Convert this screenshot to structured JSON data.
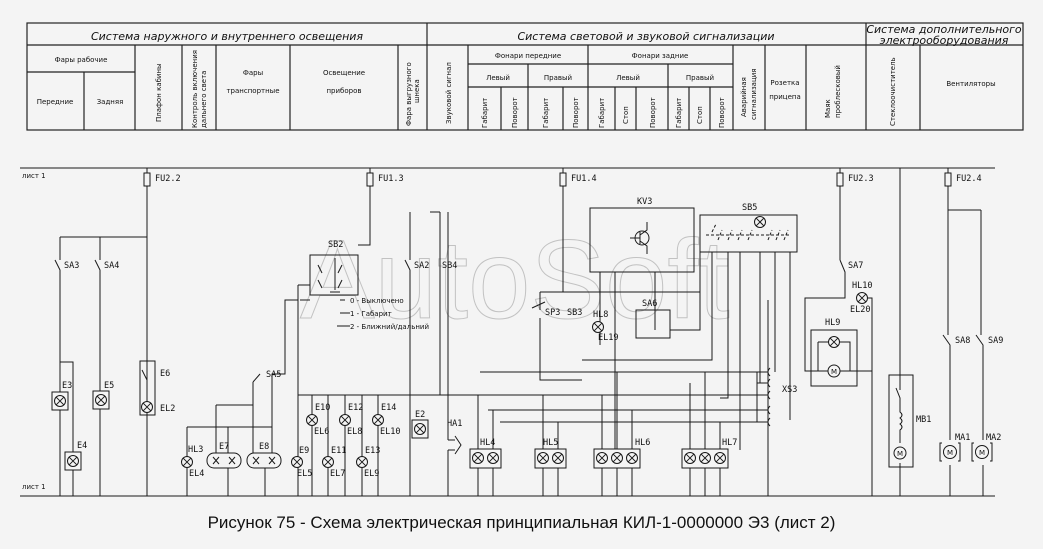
{
  "header": {
    "sections": [
      "Система наружного и внутреннего освещения",
      "Система световой и звуковой сигнализации",
      "Система дополнительного",
      "электрооборудования"
    ],
    "work_lights": "Фары рабочие",
    "front": "Передние",
    "rear": "Задняя",
    "cab_lamp": "Плафон кабины",
    "high_beam_ctrl_1": "Контроль включения",
    "high_beam_ctrl_2": "дальнего света",
    "transport_1": "Фары",
    "transport_2": "транспортные",
    "instr_1": "Освещение",
    "instr_2": "приборов",
    "auger_1": "Фара выгрузного",
    "auger_2": "шнека",
    "horn": "Звуковой сигнал",
    "front_lamps": "Фонари передние",
    "rear_lamps": "Фонари задние",
    "left": "Левый",
    "right": "Правый",
    "gabarit": "Габарит",
    "turn": "Поворот",
    "stop": "Стоп",
    "hazard_1": "Аварийная",
    "hazard_2": "сигнализация",
    "trailer_1": "Розетка",
    "trailer_2": "прицепа",
    "beacon_1": "Маяк",
    "beacon_2": "проблесковый",
    "wiper": "Стеклоочиститель",
    "fans": "Вентиляторы"
  },
  "sheet_ref": "лист 1",
  "labels": {
    "FU22": "FU2.2",
    "FU13": "FU1.3",
    "FU14": "FU1.4",
    "FU23": "FU2.3",
    "FU24": "FU2.4",
    "SA3": "SA3",
    "SA4": "SA4",
    "SA5": "SA5",
    "SA2": "SA2",
    "SB4": "SB4",
    "SA6": "SA6",
    "SA7": "SA7",
    "SA8": "SA8",
    "SA9": "SA9",
    "SB2": "SB2",
    "SB3": "SB3",
    "SP3": "SP3",
    "SB5": "SB5",
    "KV3": "KV3",
    "XS3": "XS3",
    "E2": "E2",
    "E3": "E3",
    "E4": "E4",
    "E5": "E5",
    "E6": "E6",
    "E7": "E7",
    "E8": "E8",
    "E9": "E9",
    "E10": "E10",
    "E11": "E11",
    "E12": "E12",
    "E13": "E13",
    "E14": "E14",
    "EL2": "EL2",
    "EL4": "EL4",
    "EL5": "EL5",
    "EL6": "EL6",
    "EL7": "EL7",
    "EL8": "EL8",
    "EL9": "EL9",
    "EL10": "EL10",
    "EL19": "EL19",
    "EL20": "EL20",
    "HL3": "HL3",
    "HL4": "HL4",
    "HL5": "HL5",
    "HL6": "HL6",
    "HL7": "HL7",
    "HL8": "HL8",
    "HL9": "HL9",
    "HL10": "HL10",
    "HA1": "HA1",
    "MB1": "MB1",
    "MA1": "MA1",
    "MA2": "MA2",
    "M": "M"
  },
  "sb2_positions": [
    "0 - Выключено",
    "1 - Габарит",
    "2 - Ближний/дальний"
  ],
  "watermark": "AutoSoft",
  "caption": "Рисунок 75 - Схема электрическая принципиальная КИЛ-1-0000000 Э3 (лист 2)"
}
